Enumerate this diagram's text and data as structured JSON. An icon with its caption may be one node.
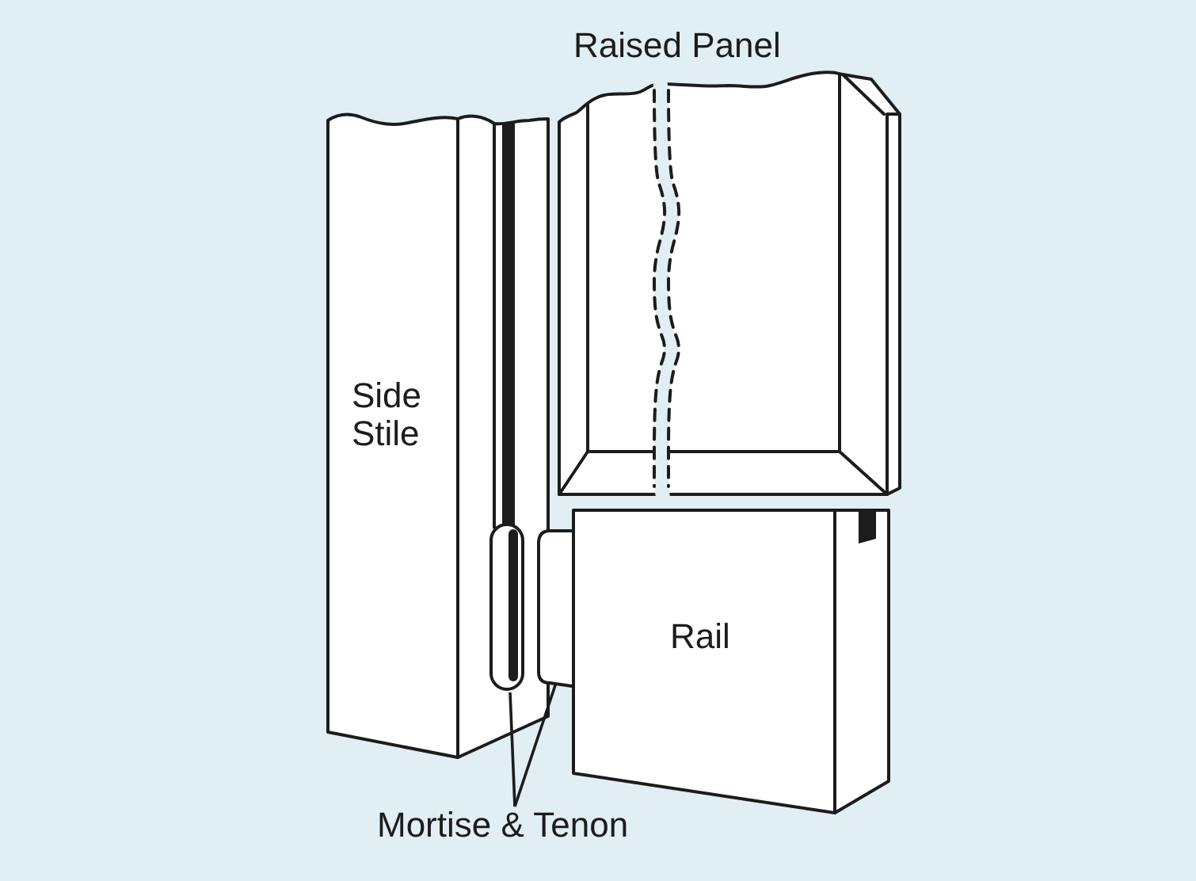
{
  "diagram": {
    "nodes": [
      {
        "text": [
          "Raised Panel"
        ]
      },
      {
        "text": [
          "Side Stile"
        ]
      },
      {
        "text": [],
        "shape": "bar",
        "in": 1
      },
      {
        "text": [
          "Rail"
        ]
      },
      {
        "text": [],
        "shape": "box"
      },
      {
        "text": [
          "Mortise & Tenon"
        ]
      }
    ],
    "edges": [
      {
        "from": 5,
        "to": 2,
        "arrow": "none"
      },
      {
        "from": 5,
        "to": 4,
        "arrow": "none"
      }
    ]
  }
}
